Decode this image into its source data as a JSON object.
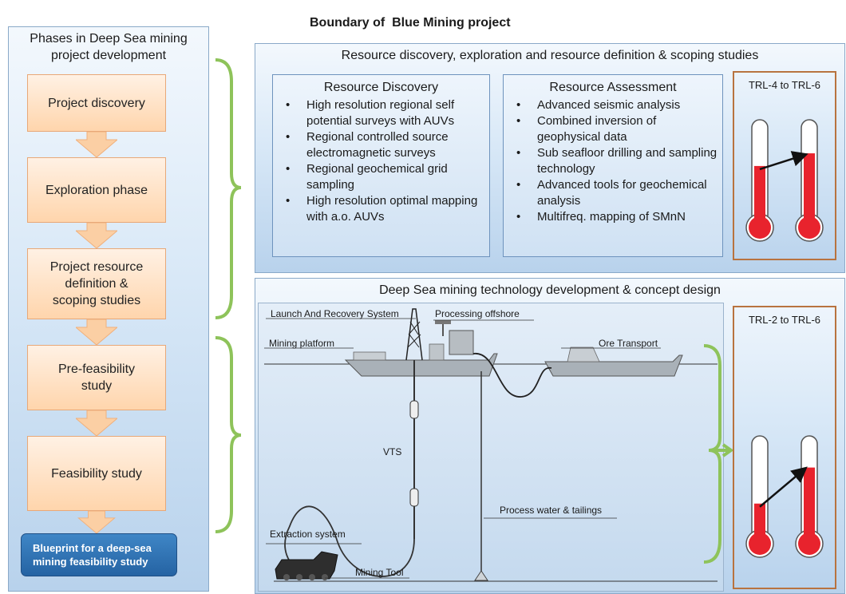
{
  "title": "Boundary of  Blue Mining project",
  "phases": {
    "header": "Phases in Deep Sea mining project development",
    "steps": [
      "Project discovery",
      "Exploration phase",
      "Project resource definition & scoping studies",
      "Pre-feasibility study",
      "Feasibility study"
    ],
    "blueprint": "Blueprint for a deep-sea mining feasibility study"
  },
  "top_section": {
    "title": "Resource discovery, exploration and resource definition & scoping studies",
    "discovery": {
      "title": "Resource Discovery",
      "items": [
        "High resolution regional self potential surveys with AUVs",
        "Regional controlled source electromagnetic surveys",
        "Regional geochemical grid sampling",
        "High resolution optimal mapping with a.o. AUVs"
      ]
    },
    "assessment": {
      "title": "Resource Assessment",
      "items": [
        "Advanced seismic analysis",
        "Combined inversion of geophysical data",
        "Sub seafloor drilling and sampling technology",
        "Advanced tools for geochemical analysis",
        "Multifreq. mapping of SMnN"
      ]
    },
    "trl": {
      "label": "TRL-4 to TRL-6",
      "from_level": 0.55,
      "to_level": 0.68
    }
  },
  "bottom_section": {
    "title": "Deep Sea mining technology development & concept design",
    "labels": {
      "lars": "Launch And Recovery System",
      "processing": "Processing offshore",
      "platform": "Mining platform",
      "ore": "Ore Transport",
      "vts": "VTS",
      "process_water": "Process water & tailings",
      "extraction": "Extraction system",
      "tool": "Mining Tool"
    },
    "trl": {
      "label": "TRL-2 to TRL-6",
      "from_level": 0.33,
      "to_level": 0.7
    }
  },
  "colors": {
    "panel_border": "#8aa9c8",
    "step_fill": "#ffd5ac",
    "bracket": "#8ec35a",
    "trl_border": "#b8733f",
    "thermo_fill": "#e8232d",
    "blueprint_fill": "#2f75b5"
  }
}
